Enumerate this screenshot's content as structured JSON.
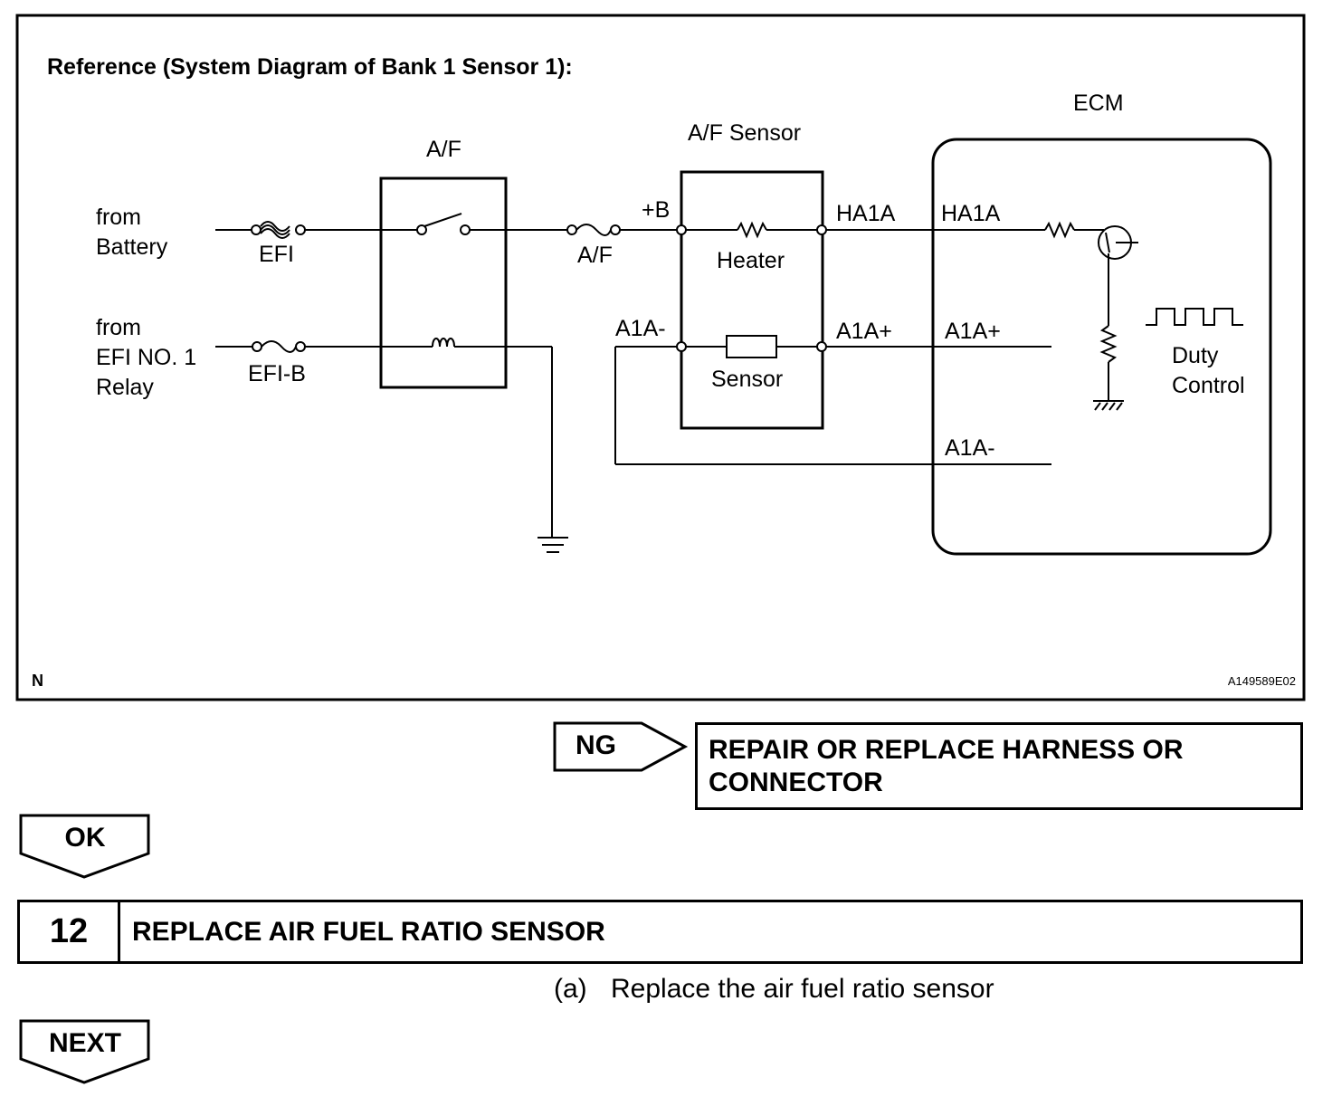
{
  "diagram": {
    "title": "Reference (System Diagram of Bank 1 Sensor 1):",
    "corner_left": "N",
    "corner_right": "A149589E02",
    "source_battery": [
      "from",
      "Battery"
    ],
    "source_relay": [
      "from",
      "EFI NO. 1",
      "Relay"
    ],
    "fuse_efi": "EFI",
    "fuse_efib": "EFI-B",
    "relay_label": "A/F",
    "fuse_af": "A/F",
    "sensor_title": "A/F Sensor",
    "plus_b": "+B",
    "heater_label": "Heater",
    "sensor_label": "Sensor",
    "pin_a1a_minus_left": "A1A-",
    "pin_ha1a_sensor": "HA1A",
    "pin_a1a_plus_sensor": "A1A+",
    "ecm_title": "ECM",
    "pin_ha1a_ecm": "HA1A",
    "pin_a1a_plus_ecm": "A1A+",
    "pin_a1a_minus_ecm": "A1A-",
    "duty_control": [
      "Duty",
      "Control"
    ]
  },
  "flow": {
    "ng_label": "NG",
    "ng_action": [
      "REPAIR OR REPLACE HARNESS OR",
      "CONNECTOR"
    ],
    "ok_label": "OK",
    "step_number": "12",
    "step_title": "REPLACE AIR FUEL RATIO SENSOR",
    "sub_step_tag": "(a)",
    "sub_step_text": "Replace the air fuel ratio sensor",
    "next_label": "NEXT"
  }
}
